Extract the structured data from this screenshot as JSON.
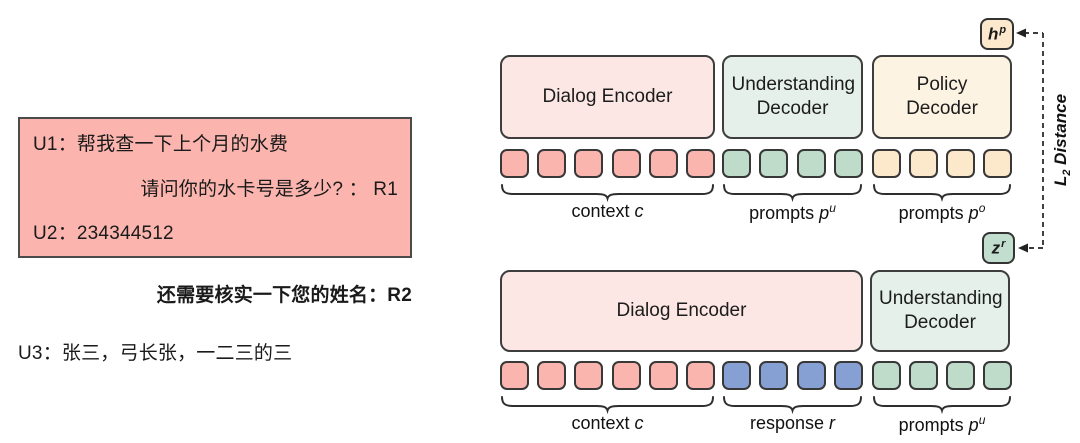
{
  "left_panel": {
    "box": {
      "u1": "U1：帮我查一下上个月的水费",
      "r1": "请问你的水卡号是多少? ： R1",
      "u2": "U2：234344512"
    },
    "r2": "还需要核实一下您的姓名：R2",
    "u3": "U3：张三，弓长张，一二三的三"
  },
  "top_diagram": {
    "dialog_encoder": "Dialog Encoder",
    "understanding_decoder": "Understanding Decoder",
    "policy_decoder": "Policy Decoder",
    "latent": {
      "base": "h",
      "sup": "p"
    },
    "token_groups": [
      {
        "name": "context",
        "count": 6,
        "color": "#FAB6AE",
        "label_text": "context",
        "label_var": "c"
      },
      {
        "name": "prompts-u",
        "count": 4,
        "color": "#BFDCCB",
        "label_text": "prompts",
        "label_var": "p",
        "label_sup": "u"
      },
      {
        "name": "prompts-o",
        "count": 4,
        "color": "#FCE8CB",
        "label_text": "prompts",
        "label_var": "p",
        "label_sup": "o"
      }
    ]
  },
  "bottom_diagram": {
    "dialog_encoder": "Dialog Encoder",
    "understanding_decoder": "Understanding Decoder",
    "latent": {
      "base": "z",
      "sup": "r"
    },
    "token_groups": [
      {
        "name": "context",
        "count": 6,
        "color": "#FAB6AE",
        "label_text": "context",
        "label_var": "c"
      },
      {
        "name": "response",
        "count": 4,
        "color": "#87A0D4",
        "label_text": "response",
        "label_var": "r"
      },
      {
        "name": "prompts-u",
        "count": 4,
        "color": "#BFDCCB",
        "label_text": "prompts",
        "label_var": "p",
        "label_sup": "u"
      }
    ]
  },
  "connector": {
    "label_base": "L",
    "label_sub": "2",
    "label_rest": " Distance"
  },
  "colors": {
    "dialog_box_bg": "#FBB5AE",
    "encoder_block_bg": "#FCE7E4",
    "understanding_block_bg": "#E4F0E9",
    "policy_block_bg": "#FDF3E3",
    "latent_h_bg": "#FBE8CD",
    "latent_z_bg": "#C2DECE"
  }
}
